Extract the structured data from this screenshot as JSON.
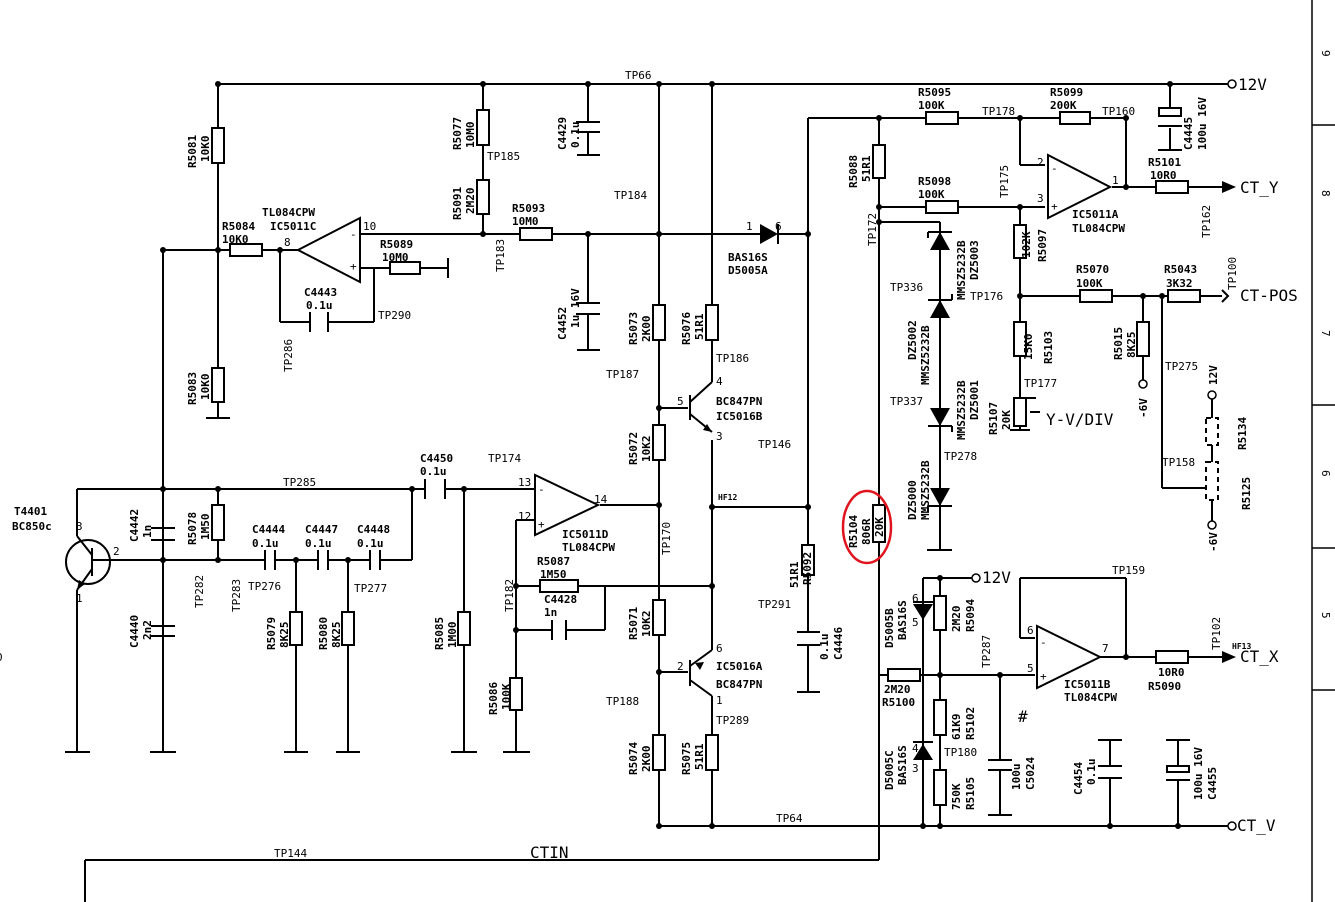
{
  "rails": {
    "v12": "12V",
    "ct_y": "CT_Y",
    "ct_pos": "CT-POS",
    "ct_x": "CT_X",
    "ct_v": "CT_V",
    "ctin": "CTIN",
    "v12b": "12V",
    "v12c": "12V",
    "vm6a": "-6V",
    "vm6b": "-6V"
  },
  "ics": {
    "u5011c": {
      "ref": "IC5011C",
      "part": "TL084CPW",
      "pin_out": "10",
      "pin_in": "8"
    },
    "u5011d": {
      "ref": "IC5011D",
      "part": "TL084CPW",
      "pin_neg": "13",
      "pin_pos": "12",
      "pin_out": "14"
    },
    "u5011a": {
      "ref": "IC5011A",
      "part": "TL084CPW",
      "pin_neg": "2",
      "pin_pos": "3",
      "pin_out": "1"
    },
    "u5011b": {
      "ref": "IC5011B",
      "part": "TL084CPW",
      "pin_neg": "6",
      "pin_pos": "5",
      "pin_out": "7"
    },
    "q5016b": {
      "ref": "IC5016B",
      "part": "BC847PN",
      "p5": "5",
      "p4": "4",
      "p3": "3"
    },
    "q5016a": {
      "ref": "IC5016A",
      "part": "BC847PN",
      "p2": "2",
      "p6": "6",
      "p1": "1"
    },
    "t4401": {
      "ref": "T4401",
      "part": "BC850c",
      "p1": "1",
      "p2": "2",
      "p3": "3"
    }
  },
  "resistors": {
    "r5081": [
      "R5081",
      "10K0"
    ],
    "r5083": [
      "R5083",
      "10K0"
    ],
    "r5084": [
      "R5084",
      "10K0"
    ],
    "r5089": [
      "R5089",
      "10M0"
    ],
    "r5077": [
      "R5077",
      "10M0"
    ],
    "r5091": [
      "R5091",
      "2M20"
    ],
    "r5093": [
      "R5093",
      "10M0"
    ],
    "r5073": [
      "R5073",
      "2K00"
    ],
    "r5076": [
      "R5076",
      "51R1"
    ],
    "r5072": [
      "R5072",
      "10K2"
    ],
    "r5071": [
      "R5071",
      "10K2"
    ],
    "r5074": [
      "R5074",
      "2K00"
    ],
    "r5075": [
      "R5075",
      "51R1"
    ],
    "r5078": [
      "R5078",
      "1M50"
    ],
    "r5079": [
      "R5079",
      "8K25"
    ],
    "r5080": [
      "R5080",
      "8K25"
    ],
    "r5085": [
      "R5085",
      "1M00"
    ],
    "r5086": [
      "R5086",
      "100K"
    ],
    "r5087": [
      "R5087",
      "1M50"
    ],
    "r5088": [
      "R5088",
      "51R1"
    ],
    "r5092": [
      "R5092",
      "51R1"
    ],
    "r5104": [
      "R5104",
      "806R",
      "20K"
    ],
    "r5095": [
      "R5095",
      "100K"
    ],
    "r5099": [
      "R5099",
      "200K"
    ],
    "r5098": [
      "R5098",
      "100K"
    ],
    "r5097": [
      "R5097",
      "102K"
    ],
    "r5101": [
      "R5101",
      "10R0"
    ],
    "r5070": [
      "R5070",
      "100K"
    ],
    "r5043": [
      "R5043",
      "3K32"
    ],
    "r5103": [
      "R5103",
      "15K0"
    ],
    "r5015": [
      "R5015",
      "8K25"
    ],
    "r5107": [
      "R5107",
      "20K"
    ],
    "r5134": [
      "R5134"
    ],
    "r5125": [
      "R5125"
    ],
    "r5094": [
      "R5094",
      "2M20"
    ],
    "r5100": [
      "R5100",
      "2M20"
    ],
    "r5102": [
      "R5102",
      "61K9"
    ],
    "r5105": [
      "R5105",
      "750K"
    ],
    "r5090": [
      "R5090",
      "10R0"
    ]
  },
  "capacitors": {
    "c4429": [
      "C4429",
      "0.1u"
    ],
    "c4452": [
      "C4452",
      "1u 16V"
    ],
    "c4443": [
      "C4443",
      "0.1u"
    ],
    "c4450": [
      "C4450",
      "0.1u"
    ],
    "c4442": [
      "C4442",
      "1n"
    ],
    "c4440": [
      "C4440",
      "2n2"
    ],
    "c4444": [
      "C4444",
      "0.1u"
    ],
    "c4447": [
      "C4447",
      "0.1u"
    ],
    "c4448": [
      "C4448",
      "0.1u"
    ],
    "c4428": [
      "C4428",
      "1n"
    ],
    "c4446": [
      "C4446",
      "0.1u"
    ],
    "c4445": [
      "C4445",
      "100u 16V"
    ],
    "c5024": [
      "C5024",
      "100u"
    ],
    "c4454": [
      "C4454",
      "0.1u"
    ],
    "c4455": [
      "C4455",
      "100u 16V"
    ]
  },
  "diodes": {
    "d5005a": [
      "D5005A",
      "BAS16S",
      "1",
      "6"
    ],
    "dz5003": [
      "DZ5003",
      "MMSZ5232B"
    ],
    "dz5002": [
      "DZ5002",
      "MMSZ5232B"
    ],
    "dz5001": [
      "DZ5001",
      "MMSZ5232B"
    ],
    "dz5000": [
      "DZ5000",
      "MMSZ5232B"
    ],
    "d5005b": [
      "D5005B",
      "BAS16S",
      "6",
      "5"
    ],
    "d5005c": [
      "D5005C",
      "BAS16S",
      "4",
      "3"
    ]
  },
  "testpoints": [
    "TP66",
    "TP185",
    "TP184",
    "TP183",
    "TP290",
    "TP286",
    "TP178",
    "TP160",
    "TP175",
    "TP172",
    "TP162",
    "TP100",
    "TP336",
    "TP176",
    "TP177",
    "TP337",
    "TP278",
    "TP275",
    "TP158",
    "TP187",
    "TP186",
    "TP146",
    "TP170",
    "TP174",
    "TP285",
    "TP282",
    "TP283",
    "TP276",
    "TP277",
    "TP182",
    "TP188",
    "TP289",
    "TP291",
    "TP159",
    "TP287",
    "TP102",
    "TP180",
    "TP64",
    "TP144"
  ],
  "annotations": {
    "ydiv": "Y-V/DIV",
    "hash": "#",
    "hf12": "HF12",
    "hf13": "HF13",
    "grid": [
      "9",
      "8",
      "7",
      "6",
      "5"
    ],
    "edge_label": "0"
  },
  "colors": {
    "wire": "#000000",
    "highlight": "#e0141e"
  }
}
